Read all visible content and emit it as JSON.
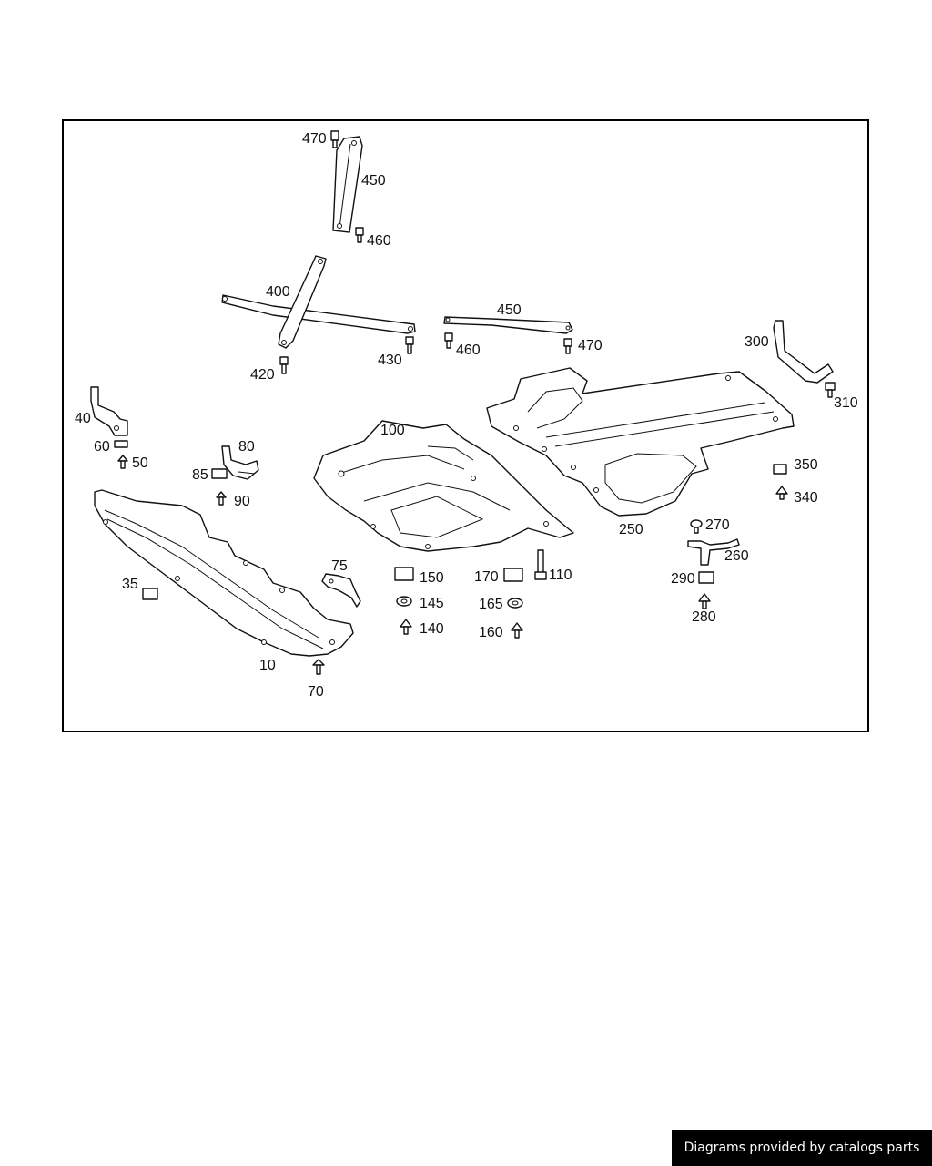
{
  "labels": {
    "l470a": "470",
    "l450a": "450",
    "l460a": "460",
    "l400": "400",
    "l420": "420",
    "l430": "430",
    "l450b": "450",
    "l460b": "460",
    "l470b": "470",
    "l300": "300",
    "l310": "310",
    "l40": "40",
    "l60": "60",
    "l50": "50",
    "l80": "80",
    "l85": "85",
    "l90": "90",
    "l100": "100",
    "l250": "250",
    "l350": "350",
    "l340": "340",
    "l35": "35",
    "l75": "75",
    "l10": "10",
    "l70": "70",
    "l150": "150",
    "l145": "145",
    "l140": "140",
    "l170": "170",
    "l110": "110",
    "l165": "165",
    "l160": "160",
    "l270": "270",
    "l260": "260",
    "l290": "290",
    "l280": "280"
  },
  "credit": "Diagrams provided by catalogs parts"
}
